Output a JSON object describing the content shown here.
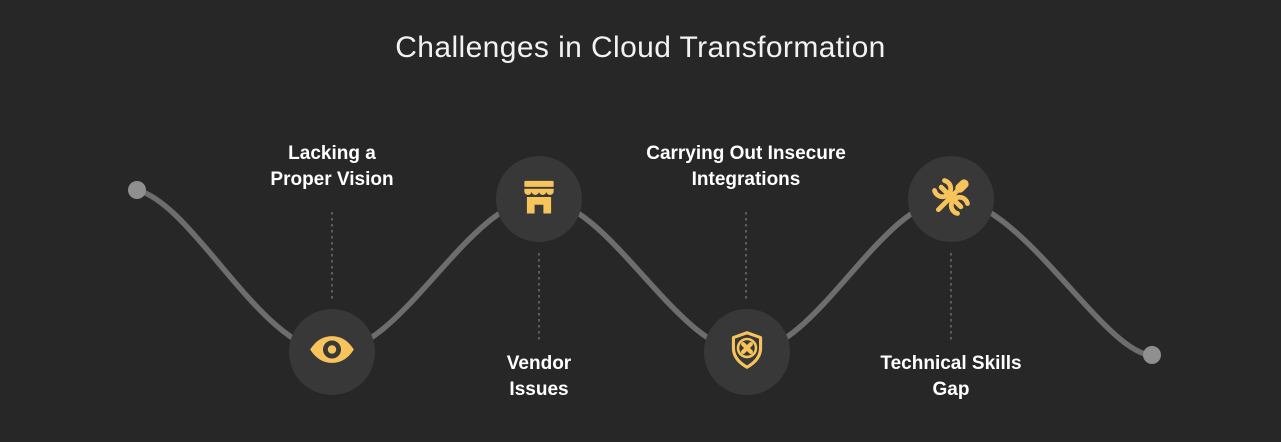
{
  "title": "Challenges in Cloud Transformation",
  "nodes": [
    {
      "label": "Lacking a\nProper Vision",
      "icon": "eye-icon",
      "position": "bottom"
    },
    {
      "label": "Vendor\nIssues",
      "icon": "store-icon",
      "position": "top"
    },
    {
      "label": "Carrying Out Insecure\nIntegrations",
      "icon": "shield-x-icon",
      "position": "bottom"
    },
    {
      "label": "Technical Skills\nGap",
      "icon": "tools-icon",
      "position": "top"
    }
  ],
  "colors": {
    "background": "#272727",
    "node_circle": "#383838",
    "accent": "#f6c45a",
    "curve": "#6d6d6d",
    "endpoint": "#8f8f8f",
    "dotted": "#5c5c5c",
    "title_text": "#f2f2f2",
    "label_text": "#ffffff"
  }
}
